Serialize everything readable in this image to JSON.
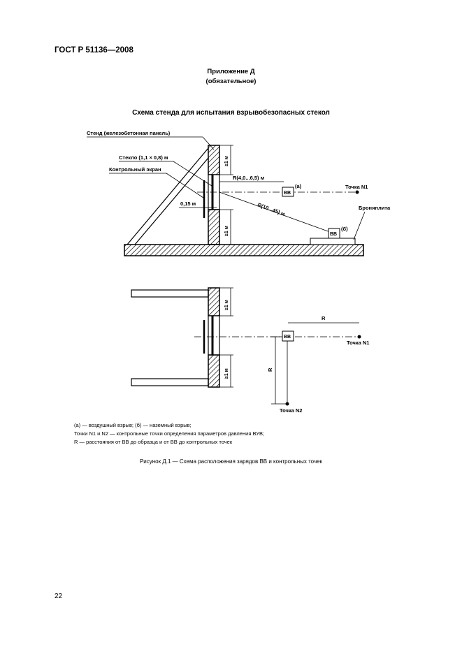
{
  "header": {
    "standard": "ГОСТ Р 51136—2008"
  },
  "appendix": {
    "title": "Приложение Д",
    "status": "(обязательное)"
  },
  "figure": {
    "title": "Схема стенда для испытания взрывобезопасных стекол",
    "labels": {
      "stand": "Стенд (железобетонная панель)",
      "glass": "Стекло (1,1 × 0,8) м",
      "control_screen": "Контрольный экран",
      "gap": "0,15 м",
      "r_air": "R(4,0...6,5) м",
      "r_ground": "R(10...45) м",
      "charge_air": "ВВ",
      "charge_ground": "ВВ",
      "charge_plan": "ВВ",
      "mark_a": "(а)",
      "mark_b": "(б)",
      "point1": "Точка N1",
      "point1_plan": "Точка N1",
      "point2_plan": "Точка N2",
      "armor_plate": "Броняплита",
      "dim_top": "≥1 м",
      "dim_bottom": "≥1 м",
      "dim_plan_top": "≥1 м",
      "dim_plan_bottom": "≥1 м",
      "r_plan": "R",
      "r_plan_vertical": "R"
    }
  },
  "legend": {
    "line1": "(а) — воздушный взрыв; (б) — наземный взрыв;",
    "line2": "Точки N1 и N2 — контрольные точки определения параметров давления ВУВ;",
    "line3": "R — расстояния от ВВ до образца и от ВВ до контрольных точек"
  },
  "caption": "Рисунок Д.1 — Схема расположения зарядов ВВ и контрольных точек",
  "page_number": "22"
}
